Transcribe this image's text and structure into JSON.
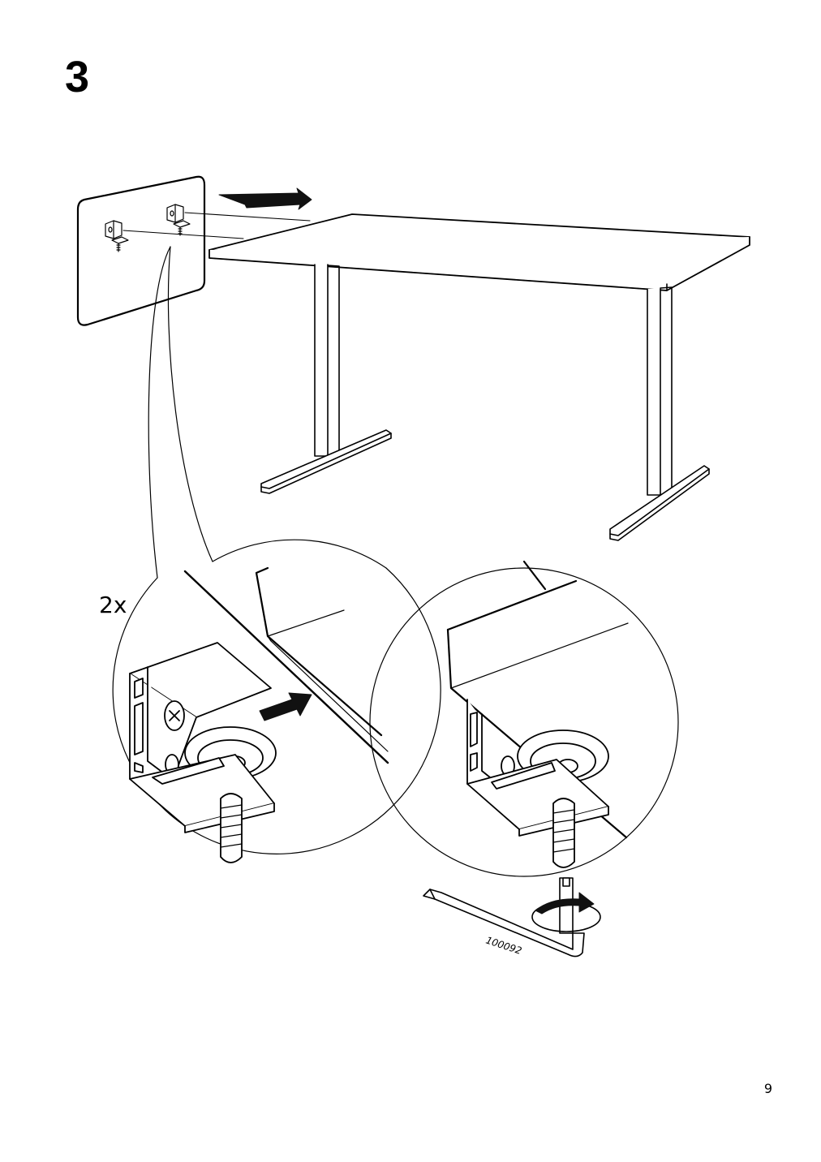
{
  "step": {
    "number": "3"
  },
  "detail": {
    "quantity": "2x"
  },
  "tool": {
    "code": "100092",
    "name": "hex-key-icon"
  },
  "page": {
    "number": "9"
  },
  "colors": {
    "ink": "#000000",
    "paper": "#ffffff",
    "arrow": "#111111"
  }
}
